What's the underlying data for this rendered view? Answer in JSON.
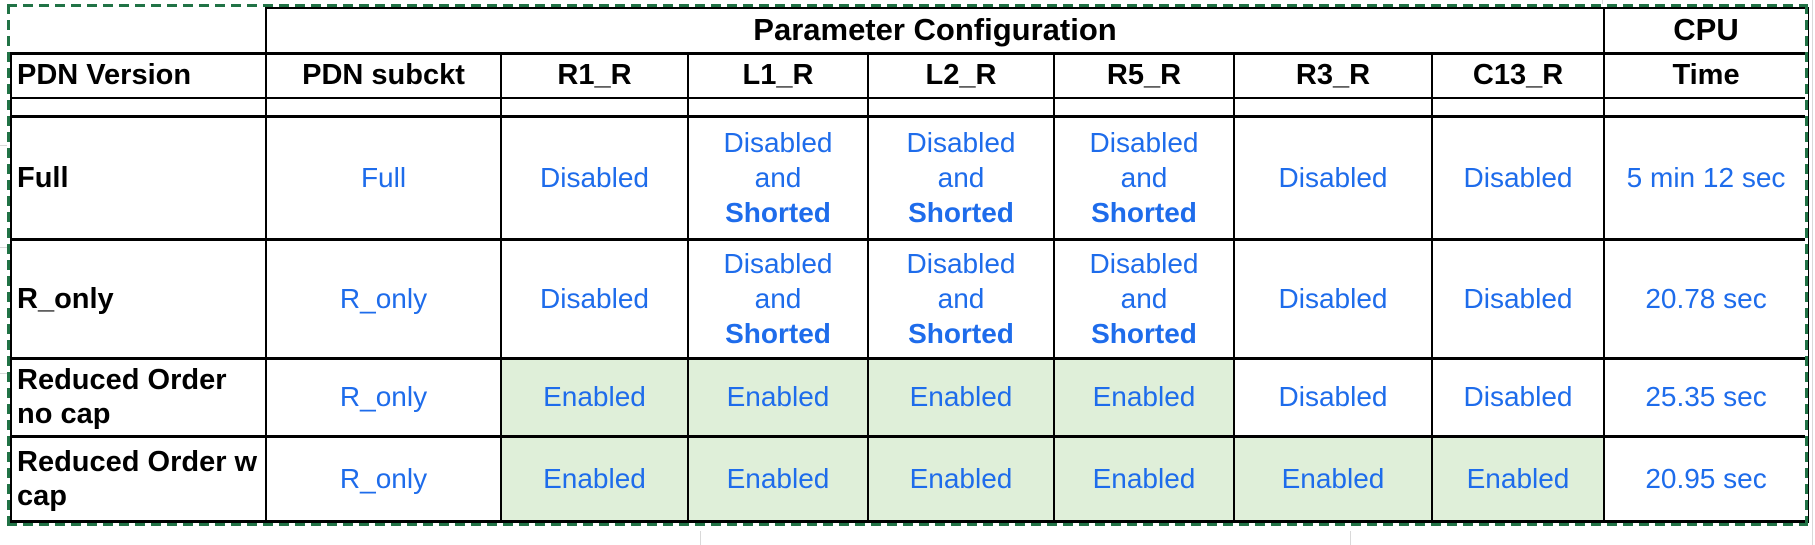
{
  "colors": {
    "data_text_blue": "#1e6ceb",
    "enabled_cell_green": "#dfefd9",
    "marquee_green": "#217346",
    "grid_border_black": "#000000",
    "faint_gridline_gray": "#d9d9d9"
  },
  "table": {
    "title": "Parameter Configuration",
    "cpu_label": "CPU",
    "columns": [
      "PDN Version",
      "PDN subckt",
      "R1_R",
      "L1_R",
      "L2_R",
      "R5_R",
      "R3_R",
      "C13_R",
      "Time"
    ],
    "rows": [
      {
        "version": "Full",
        "subckt": "Full",
        "r1": "Disabled",
        "l1": [
          "Disabled",
          "and",
          "Shorted"
        ],
        "l2": [
          "Disabled",
          "and",
          "Shorted"
        ],
        "r5": [
          "Disabled",
          "and",
          "Shorted"
        ],
        "r3": "Disabled",
        "c13": "Disabled",
        "time": "5 min 12 sec"
      },
      {
        "version": "R_only",
        "subckt": "R_only",
        "r1": "Disabled",
        "l1": [
          "Disabled",
          "and",
          "Shorted"
        ],
        "l2": [
          "Disabled",
          "and",
          "Shorted"
        ],
        "r5": [
          "Disabled",
          "and",
          "Shorted"
        ],
        "r3": "Disabled",
        "c13": "Disabled",
        "time": "20.78 sec"
      },
      {
        "version": "Reduced Order no cap",
        "subckt": "R_only",
        "r1": "Enabled",
        "l1": "Enabled",
        "l2": "Enabled",
        "r5": "Enabled",
        "r3": "Disabled",
        "c13": "Disabled",
        "time": "25.35 sec"
      },
      {
        "version": "Reduced Order w cap",
        "subckt": "R_only",
        "r1": "Enabled",
        "l1": "Enabled",
        "l2": "Enabled",
        "r5": "Enabled",
        "r3": "Enabled",
        "c13": "Enabled",
        "time": "20.95 sec"
      }
    ]
  }
}
